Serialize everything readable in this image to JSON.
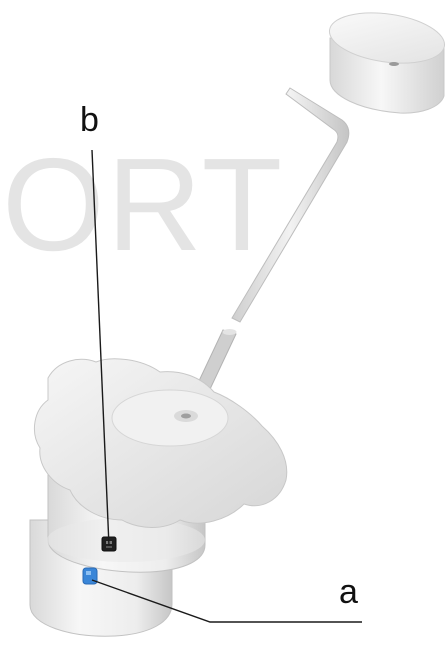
{
  "watermark": {
    "text": "ORT",
    "color": "#e4e4e4"
  },
  "callouts": [
    {
      "id": "a",
      "label": "a",
      "target": "blue-marked-spot-on-lower-body"
    },
    {
      "id": "b",
      "label": "b",
      "target": "black-set-screw-on-collar"
    }
  ],
  "colors": {
    "line": "#1a1a1a",
    "marker_a": "#3a86d8",
    "marker_b": "#202020",
    "body_light": "#f4f4f4",
    "body_mid": "#dcdcdc",
    "body_shadow": "#bdbdbd"
  }
}
